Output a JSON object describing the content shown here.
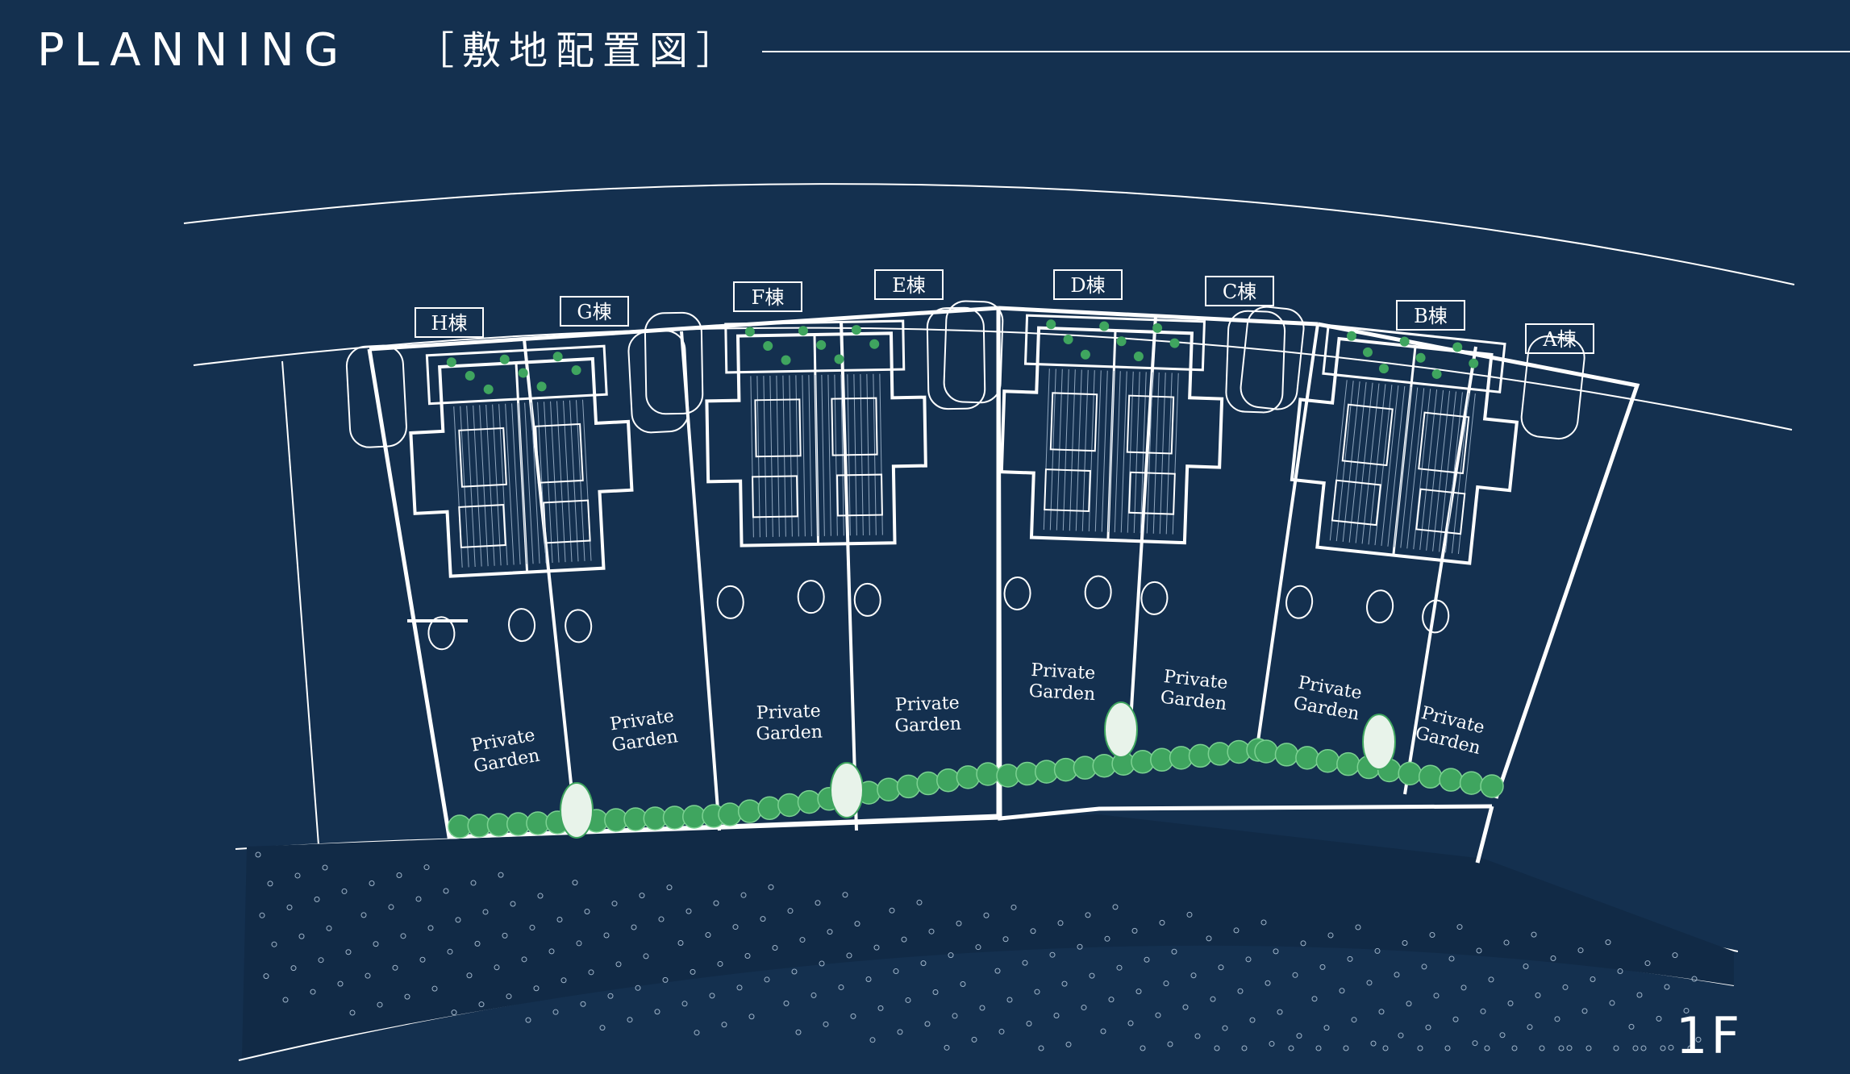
{
  "header": {
    "title_en": "PLANNING",
    "title_jp": "［敷地配置図］"
  },
  "floor_label": "1F",
  "buildings": [
    {
      "id": "H",
      "label": "H棟"
    },
    {
      "id": "G",
      "label": "G棟"
    },
    {
      "id": "F",
      "label": "F棟"
    },
    {
      "id": "E",
      "label": "E棟"
    },
    {
      "id": "D",
      "label": "D棟"
    },
    {
      "id": "C",
      "label": "C棟"
    },
    {
      "id": "B",
      "label": "B棟"
    },
    {
      "id": "A",
      "label": "A棟"
    }
  ],
  "garden_label": {
    "line1": "Private",
    "line2": "Garden"
  },
  "colors": {
    "background": "#14304f",
    "line": "#ffffff",
    "green": "#3fa55f"
  }
}
